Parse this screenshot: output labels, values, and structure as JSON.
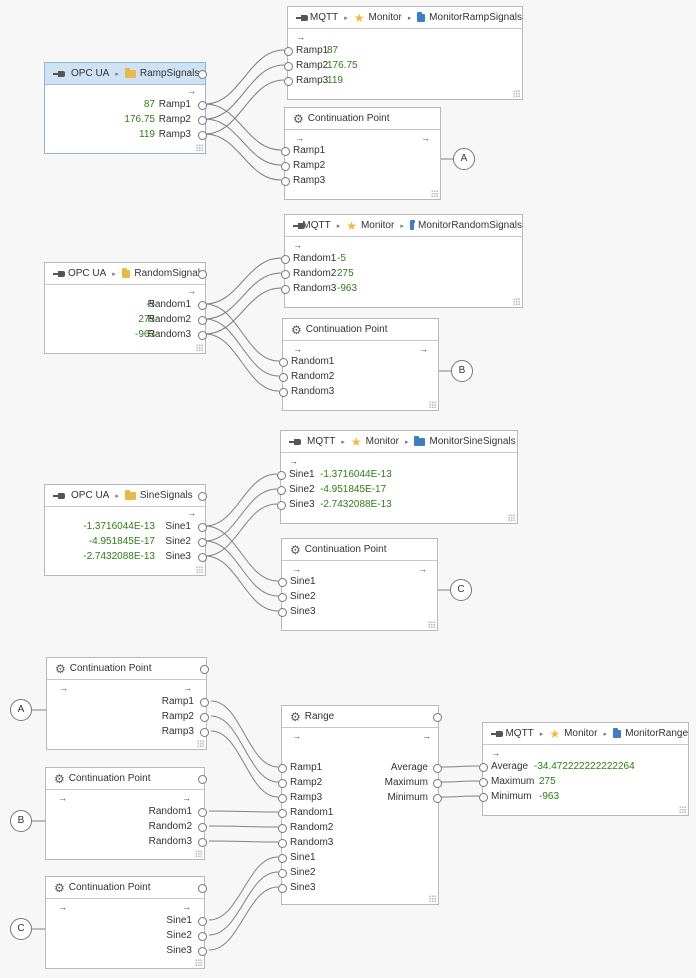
{
  "groups": [
    {
      "source": {
        "kind": "OPC UA",
        "name": "RampSignals",
        "rows": [
          {
            "label": "Ramp1",
            "value": "87"
          },
          {
            "label": "Ramp2",
            "value": "176.75"
          },
          {
            "label": "Ramp3",
            "value": "119"
          }
        ]
      },
      "monitor": {
        "kind": "MQTT",
        "category": "Monitor",
        "name": "MonitorRampSignals",
        "rows": [
          {
            "label": "Ramp1",
            "value": "87"
          },
          {
            "label": "Ramp2",
            "value": "176.75"
          },
          {
            "label": "Ramp3",
            "value": "119"
          }
        ]
      },
      "continuation": {
        "title": "Continuation Point",
        "labels": [
          "Ramp1",
          "Ramp2",
          "Ramp3"
        ],
        "marker": "A"
      }
    },
    {
      "source": {
        "kind": "OPC UA",
        "name": "RandomSignals",
        "rows": [
          {
            "label": "Random1",
            "value": "-5"
          },
          {
            "label": "Random2",
            "value": "275"
          },
          {
            "label": "Random3",
            "value": "-963"
          }
        ]
      },
      "monitor": {
        "kind": "MQTT",
        "category": "Monitor",
        "name": "MonitorRandomSignals",
        "rows": [
          {
            "label": "Random1",
            "value": "-5"
          },
          {
            "label": "Random2",
            "value": "275"
          },
          {
            "label": "Random3",
            "value": "-963"
          }
        ]
      },
      "continuation": {
        "title": "Continuation Point",
        "labels": [
          "Random1",
          "Random2",
          "Random3"
        ],
        "marker": "B"
      }
    },
    {
      "source": {
        "kind": "OPC UA",
        "name": "SineSignals",
        "rows": [
          {
            "label": "Sine1",
            "value": "-1.3716044E-13"
          },
          {
            "label": "Sine2",
            "value": "-4.951845E-17"
          },
          {
            "label": "Sine3",
            "value": "-2.7432088E-13"
          }
        ]
      },
      "monitor": {
        "kind": "MQTT",
        "category": "Monitor",
        "name": "MonitorSineSignals",
        "rows": [
          {
            "label": "Sine1",
            "value": "-1.3716044E-13"
          },
          {
            "label": "Sine2",
            "value": "-4.951845E-17"
          },
          {
            "label": "Sine3",
            "value": "-2.7432088E-13"
          }
        ]
      },
      "continuation": {
        "title": "Continuation Point",
        "labels": [
          "Sine1",
          "Sine2",
          "Sine3"
        ],
        "marker": "C"
      }
    }
  ],
  "incoming": [
    {
      "marker": "A",
      "title": "Continuation Point",
      "labels": [
        "Ramp1",
        "Ramp2",
        "Ramp3"
      ]
    },
    {
      "marker": "B",
      "title": "Continuation Point",
      "labels": [
        "Random1",
        "Random2",
        "Random3"
      ]
    },
    {
      "marker": "C",
      "title": "Continuation Point",
      "labels": [
        "Sine1",
        "Sine2",
        "Sine3"
      ]
    }
  ],
  "range": {
    "title": "Range",
    "inputs": [
      "Ramp1",
      "Ramp2",
      "Ramp3",
      "Random1",
      "Random2",
      "Random3",
      "Sine1",
      "Sine2",
      "Sine3"
    ],
    "outputs": [
      "Average",
      "Maximum",
      "Minimum"
    ]
  },
  "range_monitor": {
    "kind": "MQTT",
    "category": "Monitor",
    "name": "MonitorRange",
    "rows": [
      {
        "label": "Average",
        "value": "-34.472222222222264"
      },
      {
        "label": "Maximum",
        "value": "275"
      },
      {
        "label": "Minimum",
        "value": "-963"
      }
    ]
  },
  "glyphs": {
    "arrow": "→",
    "separator": "▸"
  }
}
